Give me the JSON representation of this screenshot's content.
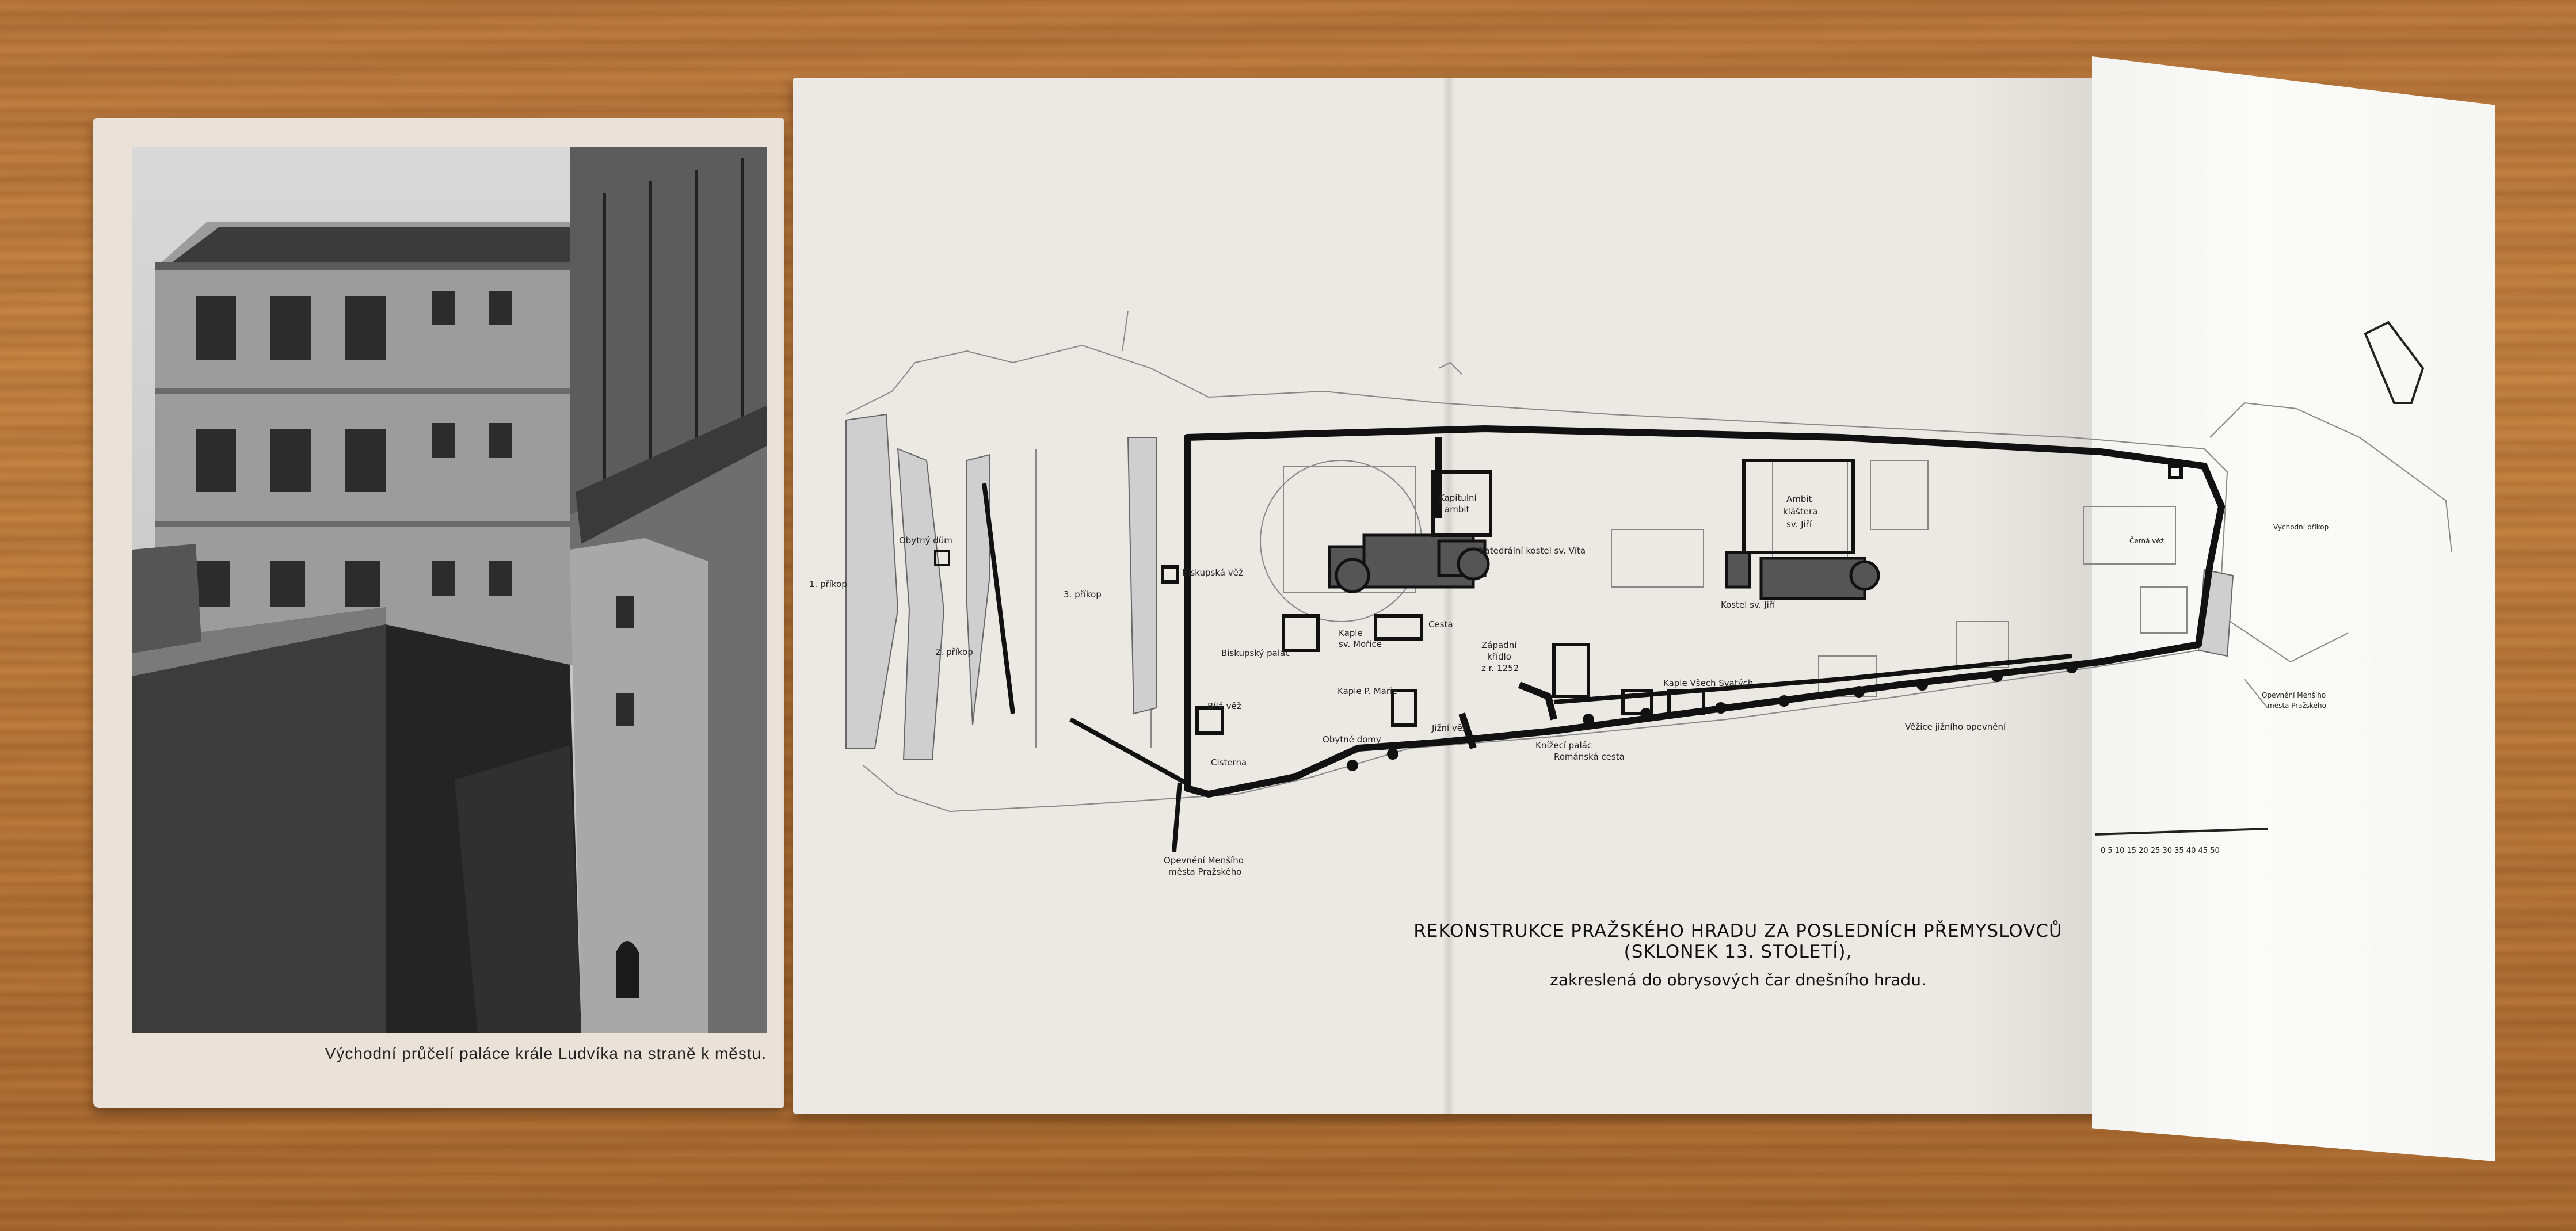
{
  "photo": {
    "caption": "Východní průčelí paláce krále Ludvíka na straně k městu."
  },
  "map": {
    "title": "REKONSTRUKCE PRAŽSKÉHO HRADU ZA POSLEDNÍCH PŘEMYSLOVCŮ (SKLONEK 13. STOLETÍ),",
    "subtitle": "zakreslená do obrysových čar dnešního hradu.",
    "labels": {
      "prikop1": "1. příkop",
      "obytny_dum": "Obytný dům",
      "prikop2": "2. příkop",
      "prikop3": "3. příkop",
      "biskupska_vez": "Biskupská věž",
      "bila_vez": "Bílá věž",
      "cisterna": "Cisterna",
      "biskupsky_palac": "Biskupský palác",
      "kaple_moric_1": "Kaple",
      "kaple_moric_2": "sv. Mořice",
      "kapitulni_1": "Kapitulní",
      "kapitulni_2": "ambit",
      "katedralni": "Katedrální kostel sv. Víta",
      "cesta": "Cesta",
      "kaple_maria": "Kaple P. Marie",
      "obytne_domy": "Obytné domy",
      "zapadni_1": "Západní",
      "zapadni_2": "křídlo",
      "zapadni_3": "z r. 1252",
      "jizni_vez": "Jižní věž",
      "knizeci_palac": "Knížecí palác",
      "romanska_cesta": "Románská cesta",
      "kaple_svatych": "Kaple Všech Svatých",
      "ambit_1": "Ambit",
      "ambit_2": "kláštera",
      "ambit_3": "sv. Jiří",
      "kostel_jiri": "Kostel sv. Jiří",
      "vezice": "Věžice jižního opevnění",
      "opevneni_1": "Opevnění Menšího",
      "opevneni_2": "města Pražského",
      "cerna_vez": "Černá věž",
      "vychodni_prikop": "Východní příkop",
      "opevneni_mensiho_1": "Opevnění Menšího",
      "opevneni_mensiho_2": "města Pražského",
      "scale": "0 5 10 15 20 25 30 35 40 45 50"
    }
  }
}
